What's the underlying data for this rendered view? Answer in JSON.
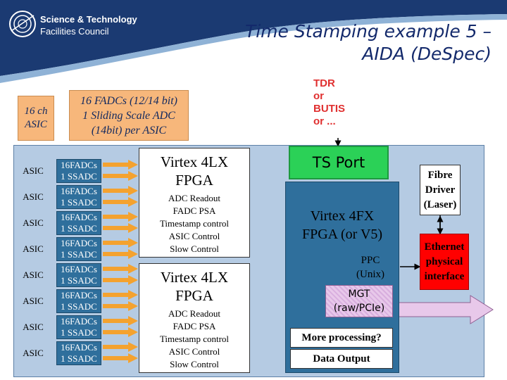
{
  "header": {
    "logo_line1": "Science & Technology",
    "logo_line2": "Facilities Council",
    "title_line1": "Time Stamping example 5 –",
    "title_line2": "AIDA (DeSpec)"
  },
  "labels": {
    "asic_16ch": [
      "16 ch",
      "ASIC"
    ],
    "fadc_note": [
      "16 FADCs (12/14 bit)",
      "1 Sliding Scale ADC",
      "(14bit) per ASIC"
    ],
    "tdr_note": [
      "TDR",
      "or",
      "BUTIS",
      "or ..."
    ]
  },
  "asic_rows": [
    {
      "asic": "ASIC",
      "fadc": "16FADCs",
      "ssadc": "1 SSADC"
    },
    {
      "asic": "ASIC",
      "fadc": "16FADCs",
      "ssadc": "1 SSADC"
    },
    {
      "asic": "ASIC",
      "fadc": "16FADCs",
      "ssadc": "1 SSADC"
    },
    {
      "asic": "ASIC",
      "fadc": "16FADCs",
      "ssadc": "1 SSADC"
    },
    {
      "asic": "ASIC",
      "fadc": "16FADCs",
      "ssadc": "1 SSADC"
    },
    {
      "asic": "ASIC",
      "fadc": "16FADCs",
      "ssadc": "1 SSADC"
    },
    {
      "asic": "ASIC",
      "fadc": "16FADCs",
      "ssadc": "1 SSADC"
    },
    {
      "asic": "ASIC",
      "fadc": "16FADCs",
      "ssadc": "1 SSADC"
    }
  ],
  "virtex4lx": [
    {
      "title": [
        "Virtex 4LX",
        "FPGA"
      ],
      "functions": [
        "ADC Readout",
        "FADC PSA",
        "Timestamp control",
        "ASIC Control",
        "Slow Control"
      ]
    },
    {
      "title": [
        "Virtex 4LX",
        "FPGA"
      ],
      "functions": [
        "ADC Readout",
        "FADC PSA",
        "Timestamp control",
        "ASIC Control",
        "Slow Control"
      ]
    }
  ],
  "ts_port": "TS Port",
  "virtex4fx": [
    "Virtex 4FX",
    "FPGA (or V5)"
  ],
  "ppc": [
    "PPC",
    "(Unix)"
  ],
  "mgt": [
    "MGT",
    "(raw/PCIe)"
  ],
  "more_processing": "More processing?",
  "data_output": "Data Output",
  "fibre_driver": [
    "Fibre",
    "Driver",
    "(Laser)"
  ],
  "ethernet": [
    "Ethernet",
    "physical",
    "interface"
  ],
  "colors": {
    "banner": "#1b3a72",
    "title": "#13296b",
    "panel": "#b5cbe3",
    "fadc_box": "#2f6f9c",
    "orange": "#f7b77b",
    "arrow_orange": "#f4a22f",
    "ts_port": "#2bd157",
    "ethernet": "#ff0000",
    "mgt": "#e8c8ea"
  }
}
